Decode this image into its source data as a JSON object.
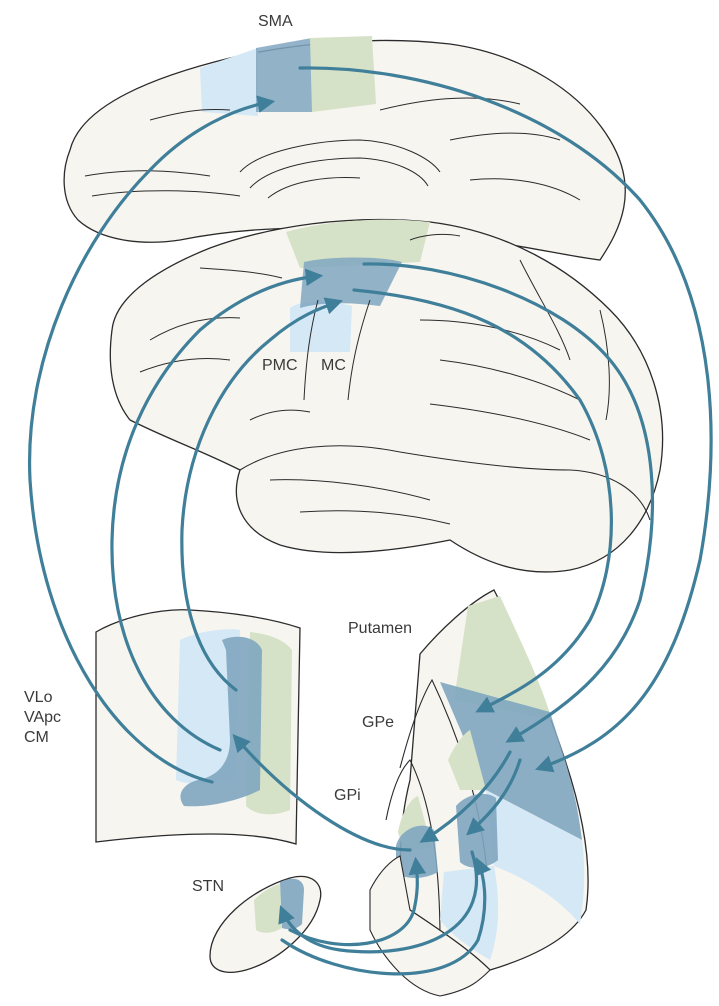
{
  "labels": {
    "sma": "SMA",
    "pmc": "PMC",
    "mc": "MC",
    "putamen": "Putamen",
    "gpe": "GPe",
    "gpi": "GPi",
    "stn": "STN",
    "thalamus": [
      "VLo",
      "VApc",
      "CM"
    ]
  },
  "colors": {
    "outline": "#2b2b2b",
    "tissue": "#f7f5f0",
    "green_region": "#d6e2c8",
    "light_blue_region": "#d4e8f6",
    "dark_blue_region": "#7fa6bf",
    "arrow": "#3f7f99"
  }
}
